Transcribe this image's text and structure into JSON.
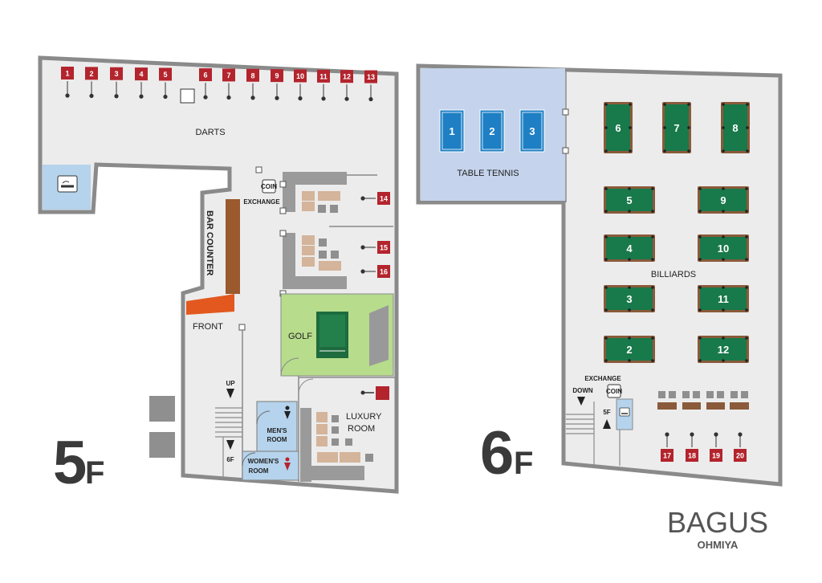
{
  "floor5": {
    "label_num": "5",
    "label_f": "F",
    "darts_label": "DARTS",
    "darts_boards": [
      "1",
      "2",
      "3",
      "4",
      "5",
      "6",
      "7",
      "8",
      "9",
      "10",
      "11",
      "12",
      "13"
    ],
    "side_boards": [
      "14",
      "15",
      "16"
    ],
    "bar_counter": "BAR COUNTER",
    "front": "FRONT",
    "exchange": "EXCHANGE",
    "coin": "COIN",
    "golf": "GOLF",
    "luxury_room": [
      "LUXURY",
      "ROOM"
    ],
    "up": "UP",
    "stair_6f": "6F",
    "mens_room": [
      "MEN'S",
      "ROOM"
    ],
    "womens_room": [
      "WOMEN'S",
      "ROOM"
    ]
  },
  "floor6": {
    "label_num": "6",
    "label_f": "F",
    "table_tennis_label": "TABLE TENNIS",
    "tennis_tables": [
      "1",
      "2",
      "3"
    ],
    "billiards_label": "BILLIARDS",
    "billiard_tables": [
      "6",
      "7",
      "8",
      "5",
      "9",
      "4",
      "10",
      "3",
      "11",
      "2",
      "12"
    ],
    "dart_boards": [
      "17",
      "18",
      "19",
      "20"
    ],
    "exchange": "EXCHANGE",
    "coin": "COIN",
    "down": "DOWN",
    "stair_5f": "5F"
  },
  "brand": {
    "name": "BAGUS",
    "location": "OHMIYA"
  },
  "colors": {
    "wall": "#8a8a8a",
    "floor": "#ececec",
    "dart_red": "#b3242d",
    "pool_green": "#18794a",
    "pool_rail": "#8a5a3a",
    "tennis_blue": "#1e7fc4",
    "tennis_area": "#c5d4ec",
    "golf_green": "#b6dc8c",
    "restroom_blue": "#b5d3ec",
    "front_orange": "#e2581f",
    "bar_brown": "#9a5a2e",
    "sofa": "#d4b49a"
  }
}
